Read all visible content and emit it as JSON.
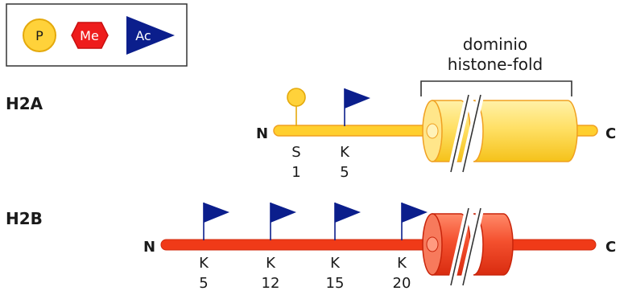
{
  "legend": {
    "phosphate": "P",
    "methyl": "Me",
    "acetyl": "Ac"
  },
  "fold_label": {
    "line1": "dominio",
    "line2": "histone-fold"
  },
  "h2a": {
    "name": "H2A",
    "n_term": "N",
    "c_term": "C",
    "sites": [
      {
        "residue": "S",
        "number": "1"
      },
      {
        "residue": "K",
        "number": "5"
      }
    ]
  },
  "h2b": {
    "name": "H2B",
    "n_term": "N",
    "c_term": "C",
    "sites": [
      {
        "residue": "K",
        "number": "5"
      },
      {
        "residue": "K",
        "number": "12"
      },
      {
        "residue": "K",
        "number": "15"
      },
      {
        "residue": "K",
        "number": "20"
      }
    ]
  },
  "colors": {
    "phosphate_fill": "#ffd23a",
    "methyl_fill": "#ee1c1c",
    "acetyl_fill": "#0b1e8c",
    "h2a_tail": "#ffcf2e",
    "h2a_barrel": "#ffe27a",
    "h2b_tail": "#f03a18",
    "h2b_barrel": "#f55a3c"
  }
}
